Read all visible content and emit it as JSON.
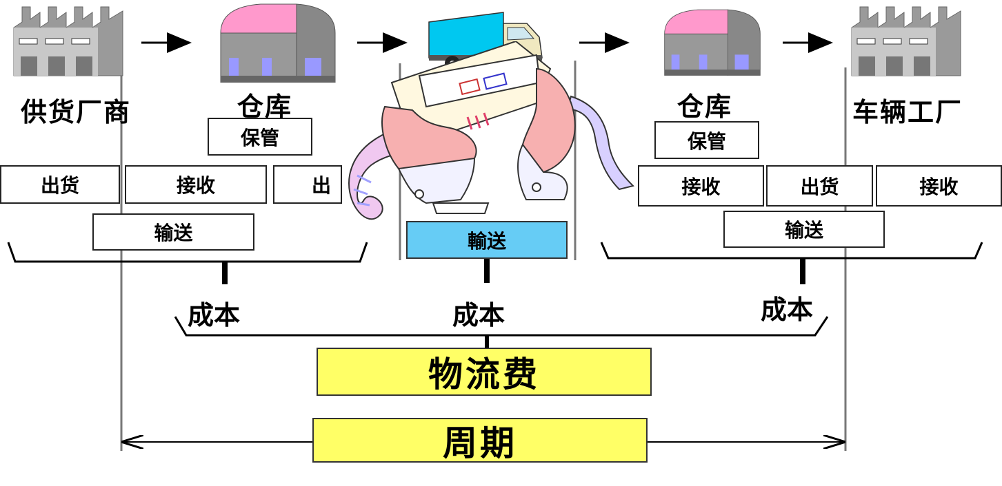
{
  "nodes": {
    "supplier": "供货厂商",
    "warehouse_left": "仓库",
    "warehouse_right": "仓库",
    "vehicle_factory": "车辆工厂"
  },
  "boxes": {
    "storage_left": "保管",
    "storage_right": "保管",
    "ship_1": "出货",
    "receive_1": "接收",
    "ship_2": "出",
    "receive_2": "接收",
    "ship_3": "出货",
    "receive_3": "接收",
    "transport_left": "输送",
    "transport_center": "輸送",
    "transport_right": "输送"
  },
  "costs": {
    "left": "成本",
    "center": "成本",
    "right": "成本"
  },
  "summary": {
    "logistics_cost": "物流费",
    "cycle": "周期"
  },
  "colors": {
    "highlight_yellow": "#ffff66",
    "transport_blue": "#66ccf5",
    "roof_pink": "#ff99cc",
    "building_gray": "#888888",
    "truck_cyan": "#00c8f0"
  },
  "icons": [
    "factory-icon",
    "warehouse-icon",
    "truck-icon",
    "receipt-hands-icon"
  ]
}
